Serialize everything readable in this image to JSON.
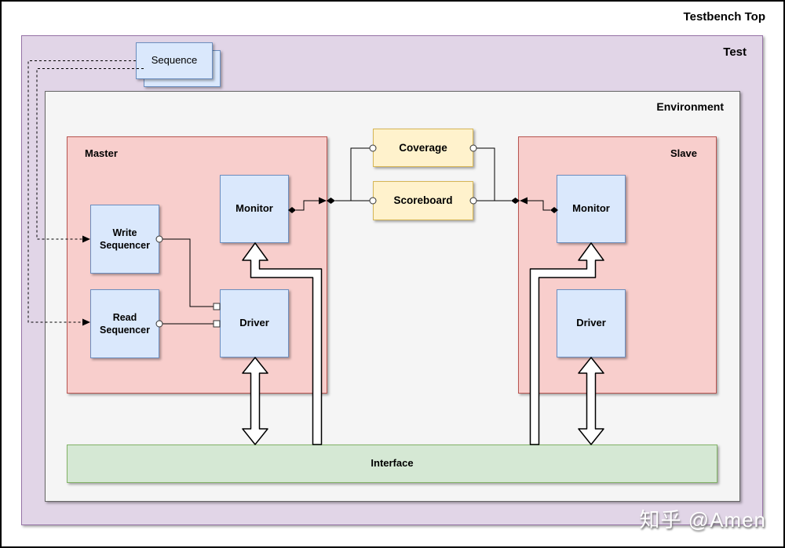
{
  "title": "Testbench Top",
  "watermark": "知乎 @Amen",
  "containers": {
    "test": "Test",
    "environment": "Environment",
    "master": "Master",
    "slave": "Slave",
    "interface": "Interface"
  },
  "components": {
    "sequence": "Sequence",
    "write_sequencer": "Write Sequencer",
    "read_sequencer": "Read Sequencer",
    "master_monitor": "Monitor",
    "master_driver": "Driver",
    "slave_monitor": "Monitor",
    "slave_driver": "Driver",
    "coverage": "Coverage",
    "scoreboard": "Scoreboard"
  },
  "colors": {
    "purple-fill": "#e1d5e7",
    "purple-stroke": "#9673a6",
    "gray-fill": "#f5f5f5",
    "gray-stroke": "#666666",
    "pink-fill": "#f8cecc",
    "pink-stroke": "#b85450",
    "blue-fill": "#dae8fc",
    "blue-stroke": "#6c8ebf",
    "yellow-fill": "#fff2cc",
    "yellow-stroke": "#d6b656",
    "green-fill": "#d5e8d4",
    "green-stroke": "#82b366",
    "line": "#000000",
    "text": "#000000",
    "watermark": "#ffffff"
  }
}
